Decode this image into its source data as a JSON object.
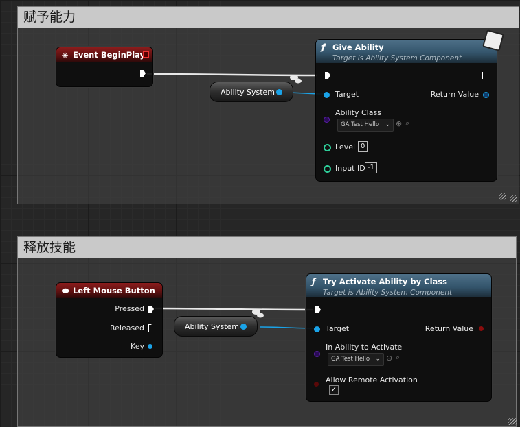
{
  "comment1": {
    "title": "赋予能力"
  },
  "comment2": {
    "title": "释放技能"
  },
  "event_begin_play": {
    "title": "Event BeginPlay"
  },
  "give_ability": {
    "title": "Give Ability",
    "subtitle": "Target is Ability System Component",
    "target": "Target",
    "return_value": "Return Value",
    "ability_class": "Ability Class",
    "ability_class_value": "GA Test Hello",
    "level": "Level",
    "level_value": "0",
    "input_id": "Input ID",
    "input_id_value": "-1"
  },
  "ability_system_1": {
    "label": "Ability System"
  },
  "left_mouse_button": {
    "title": "Left Mouse Button",
    "pressed": "Pressed",
    "released": "Released",
    "key": "Key"
  },
  "ability_system_2": {
    "label": "Ability System"
  },
  "try_activate": {
    "title": "Try Activate Ability by Class",
    "subtitle": "Target is Ability System Component",
    "target": "Target",
    "return_value": "Return Value",
    "in_ability": "In Ability to Activate",
    "in_ability_value": "GA Test Hello",
    "allow_remote": "Allow Remote Activation",
    "allow_remote_checked": true
  },
  "colors": {
    "object_pin": "#1aa3e8",
    "class_pin": "#5a1fa8",
    "int_pin": "#2ecf9a",
    "bool_pin": "#8a0d0d"
  }
}
